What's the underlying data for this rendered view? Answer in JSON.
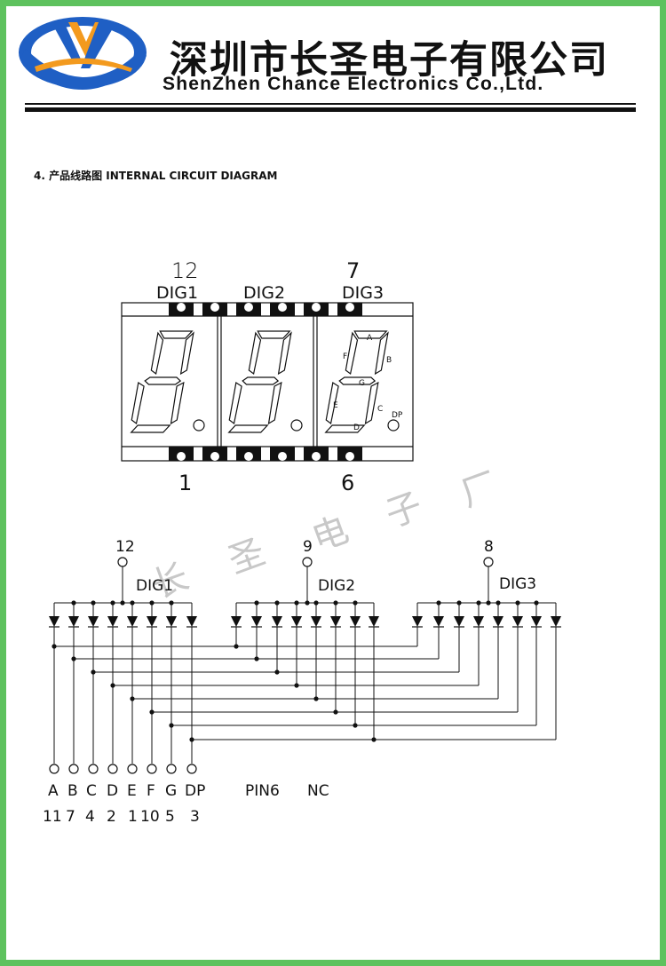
{
  "header": {
    "company_cn": "深圳市长圣电子有限公司",
    "company_en": "ShenZhen Chance Electronics Co.,Ltd."
  },
  "section": {
    "title": "4.  产品线路图 INTERNAL CIRCUIT DIAGRAM"
  },
  "package": {
    "digits": [
      "DIG1",
      "DIG2",
      "DIG3"
    ],
    "top_pins": {
      "left": "12",
      "right": "7"
    },
    "bottom_pins": {
      "left": "1",
      "right": "6"
    },
    "segments": [
      "A",
      "B",
      "C",
      "D",
      "E",
      "F",
      "G",
      "DP"
    ]
  },
  "schematic": {
    "commons": [
      {
        "label": "DIG1",
        "pin": "12"
      },
      {
        "label": "DIG2",
        "pin": "9"
      },
      {
        "label": "DIG3",
        "pin": "8"
      }
    ],
    "segment_pins": [
      {
        "name": "A",
        "pin": "11"
      },
      {
        "name": "B",
        "pin": "7"
      },
      {
        "name": "C",
        "pin": "4"
      },
      {
        "name": "D",
        "pin": "2"
      },
      {
        "name": "E",
        "pin": "1"
      },
      {
        "name": "F",
        "pin": "10"
      },
      {
        "name": "G",
        "pin": "5"
      },
      {
        "name": "DP",
        "pin": "3"
      }
    ],
    "note_pin": "PIN6",
    "note_value": "NC"
  },
  "watermark": "长圣电子厂",
  "colors": {
    "border": "#5ec25e",
    "logo_blue": "#1f5fc4",
    "logo_orange": "#f39a1e",
    "watermark": "#c8c8c8"
  }
}
